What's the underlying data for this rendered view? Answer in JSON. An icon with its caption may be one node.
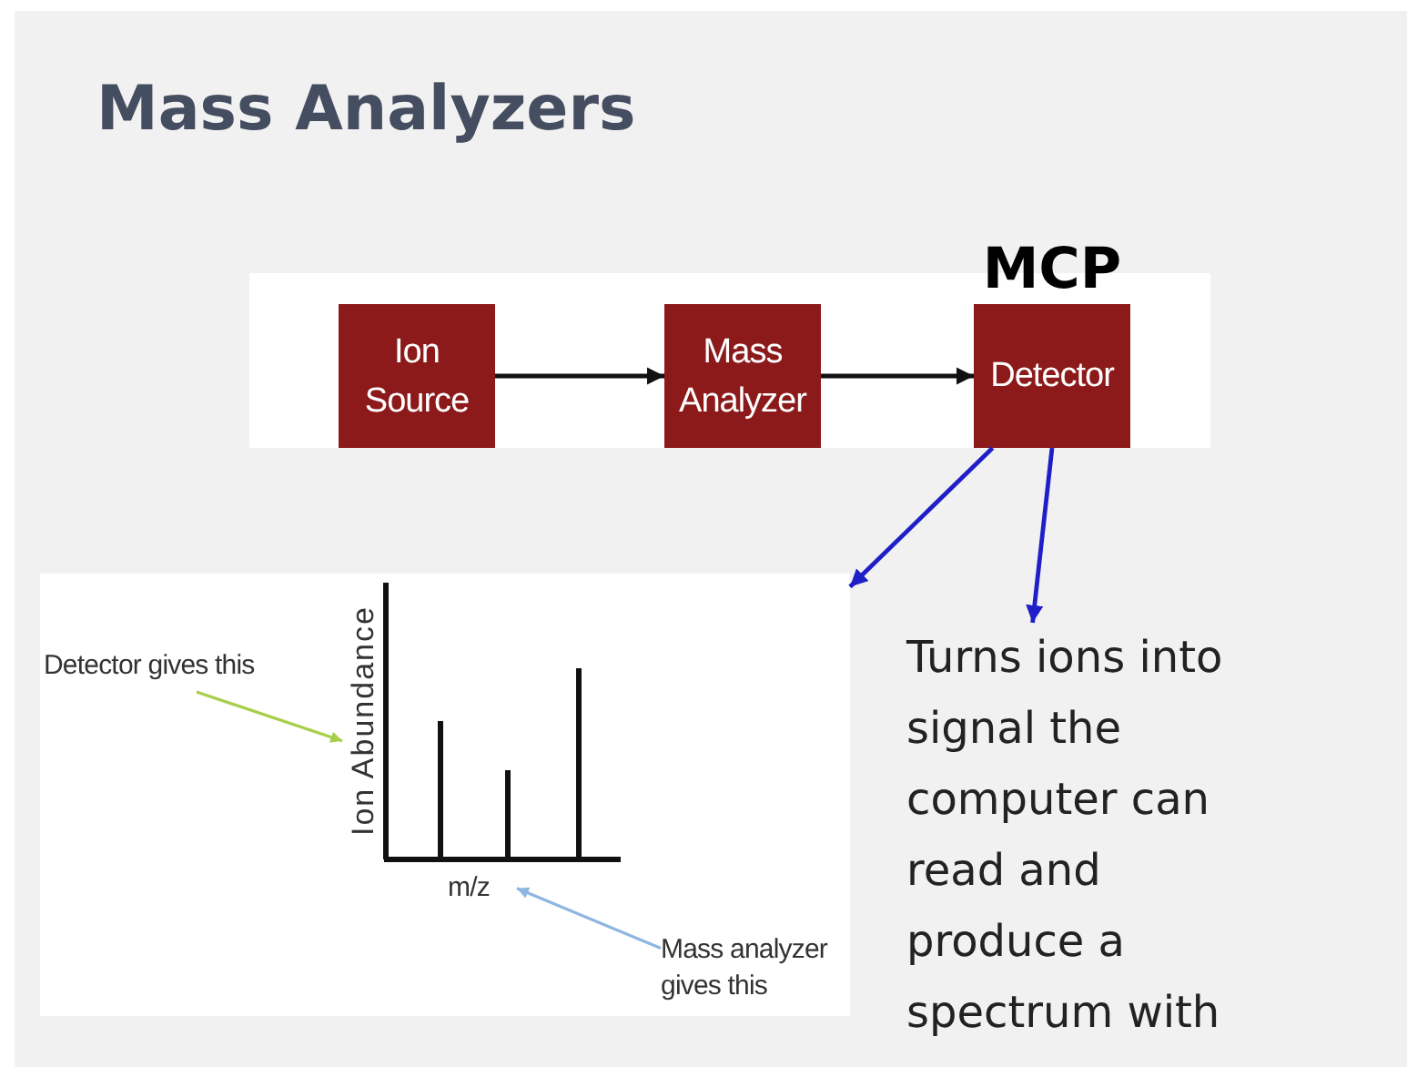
{
  "diagram": {
    "title": "Mass Analyzers",
    "nodes": [
      {
        "text": [
          "Ion Source"
        ]
      },
      {
        "text": [
          "Mass Analyzer"
        ]
      },
      {
        "text": [
          "MCP",
          "Detector"
        ]
      },
      {
        "text": [],
        "shape": "box"
      },
      {
        "text": [
          "Detector gives this"
        ],
        "in": 3
      },
      {
        "text": [
          "Ion Abundance"
        ],
        "in": 3
      },
      {
        "text": [
          "m/z"
        ],
        "in": 3
      },
      {
        "text": [
          "Mass analyzer gives this"
        ],
        "in": 3
      },
      {
        "text": [
          "Turns ions into signal the computer can read and produce a spectrum with"
        ]
      }
    ],
    "edges": [
      {
        "from": 0,
        "to": 1,
        "arrow": "to"
      },
      {
        "from": 1,
        "to": 2,
        "arrow": "to"
      },
      {
        "from": 2,
        "to": 3,
        "arrow": "to",
        "color": "#1f1fc8"
      },
      {
        "from": 2,
        "to": 8,
        "arrow": "to",
        "color": "#1f1fc8"
      },
      {
        "from": 4,
        "to": 5,
        "arrow": "to",
        "color": "#a6cf4a"
      },
      {
        "from": 7,
        "to": 6,
        "arrow": "to",
        "color": "#8fb6e2"
      }
    ]
  }
}
